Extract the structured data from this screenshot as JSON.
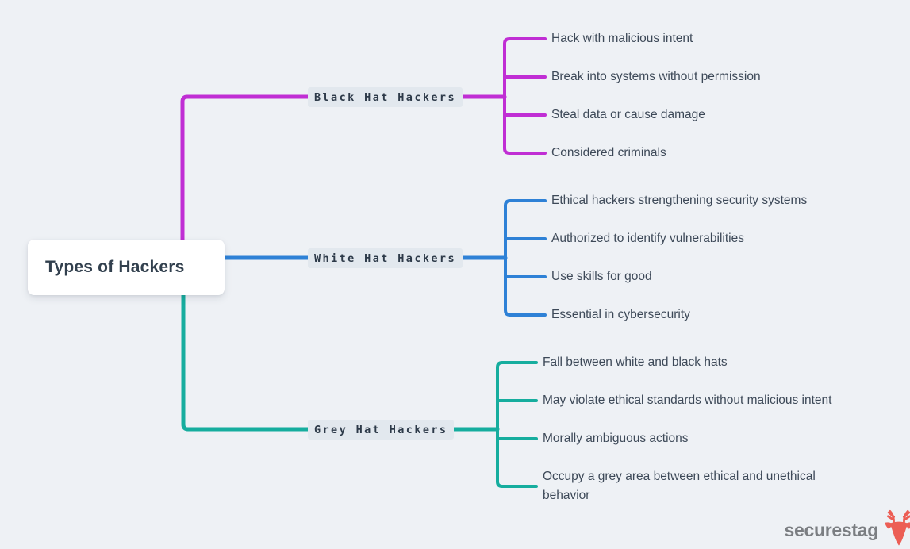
{
  "page": {
    "background_color": "#eef1f5",
    "label_background_color": "#e2e8ee",
    "text_color": "#3d4958"
  },
  "root": {
    "label": "Types of Hackers"
  },
  "branches": [
    {
      "label": "Black Hat Hackers",
      "color": "#c02ed4",
      "items": [
        "Hack with malicious intent",
        "Break into systems without permission",
        "Steal data or cause damage",
        "Considered criminals"
      ]
    },
    {
      "label": "White Hat Hackers",
      "color": "#2e81d6",
      "items": [
        "Ethical hackers strengthening security systems",
        "Authorized to identify vulnerabilities",
        "Use skills for good",
        "Essential in cybersecurity"
      ]
    },
    {
      "label": "Grey Hat Hackers",
      "color": "#16ad9e",
      "items": [
        "Fall between white and black hats",
        "May violate ethical standards without malicious intent",
        "Morally ambiguous actions",
        "Occupy a grey area between ethical and unethical behavior"
      ]
    }
  ],
  "watermark": {
    "brand": "securestag",
    "brand_color": "#7b7e82",
    "icon_color": "#ec5e55"
  }
}
